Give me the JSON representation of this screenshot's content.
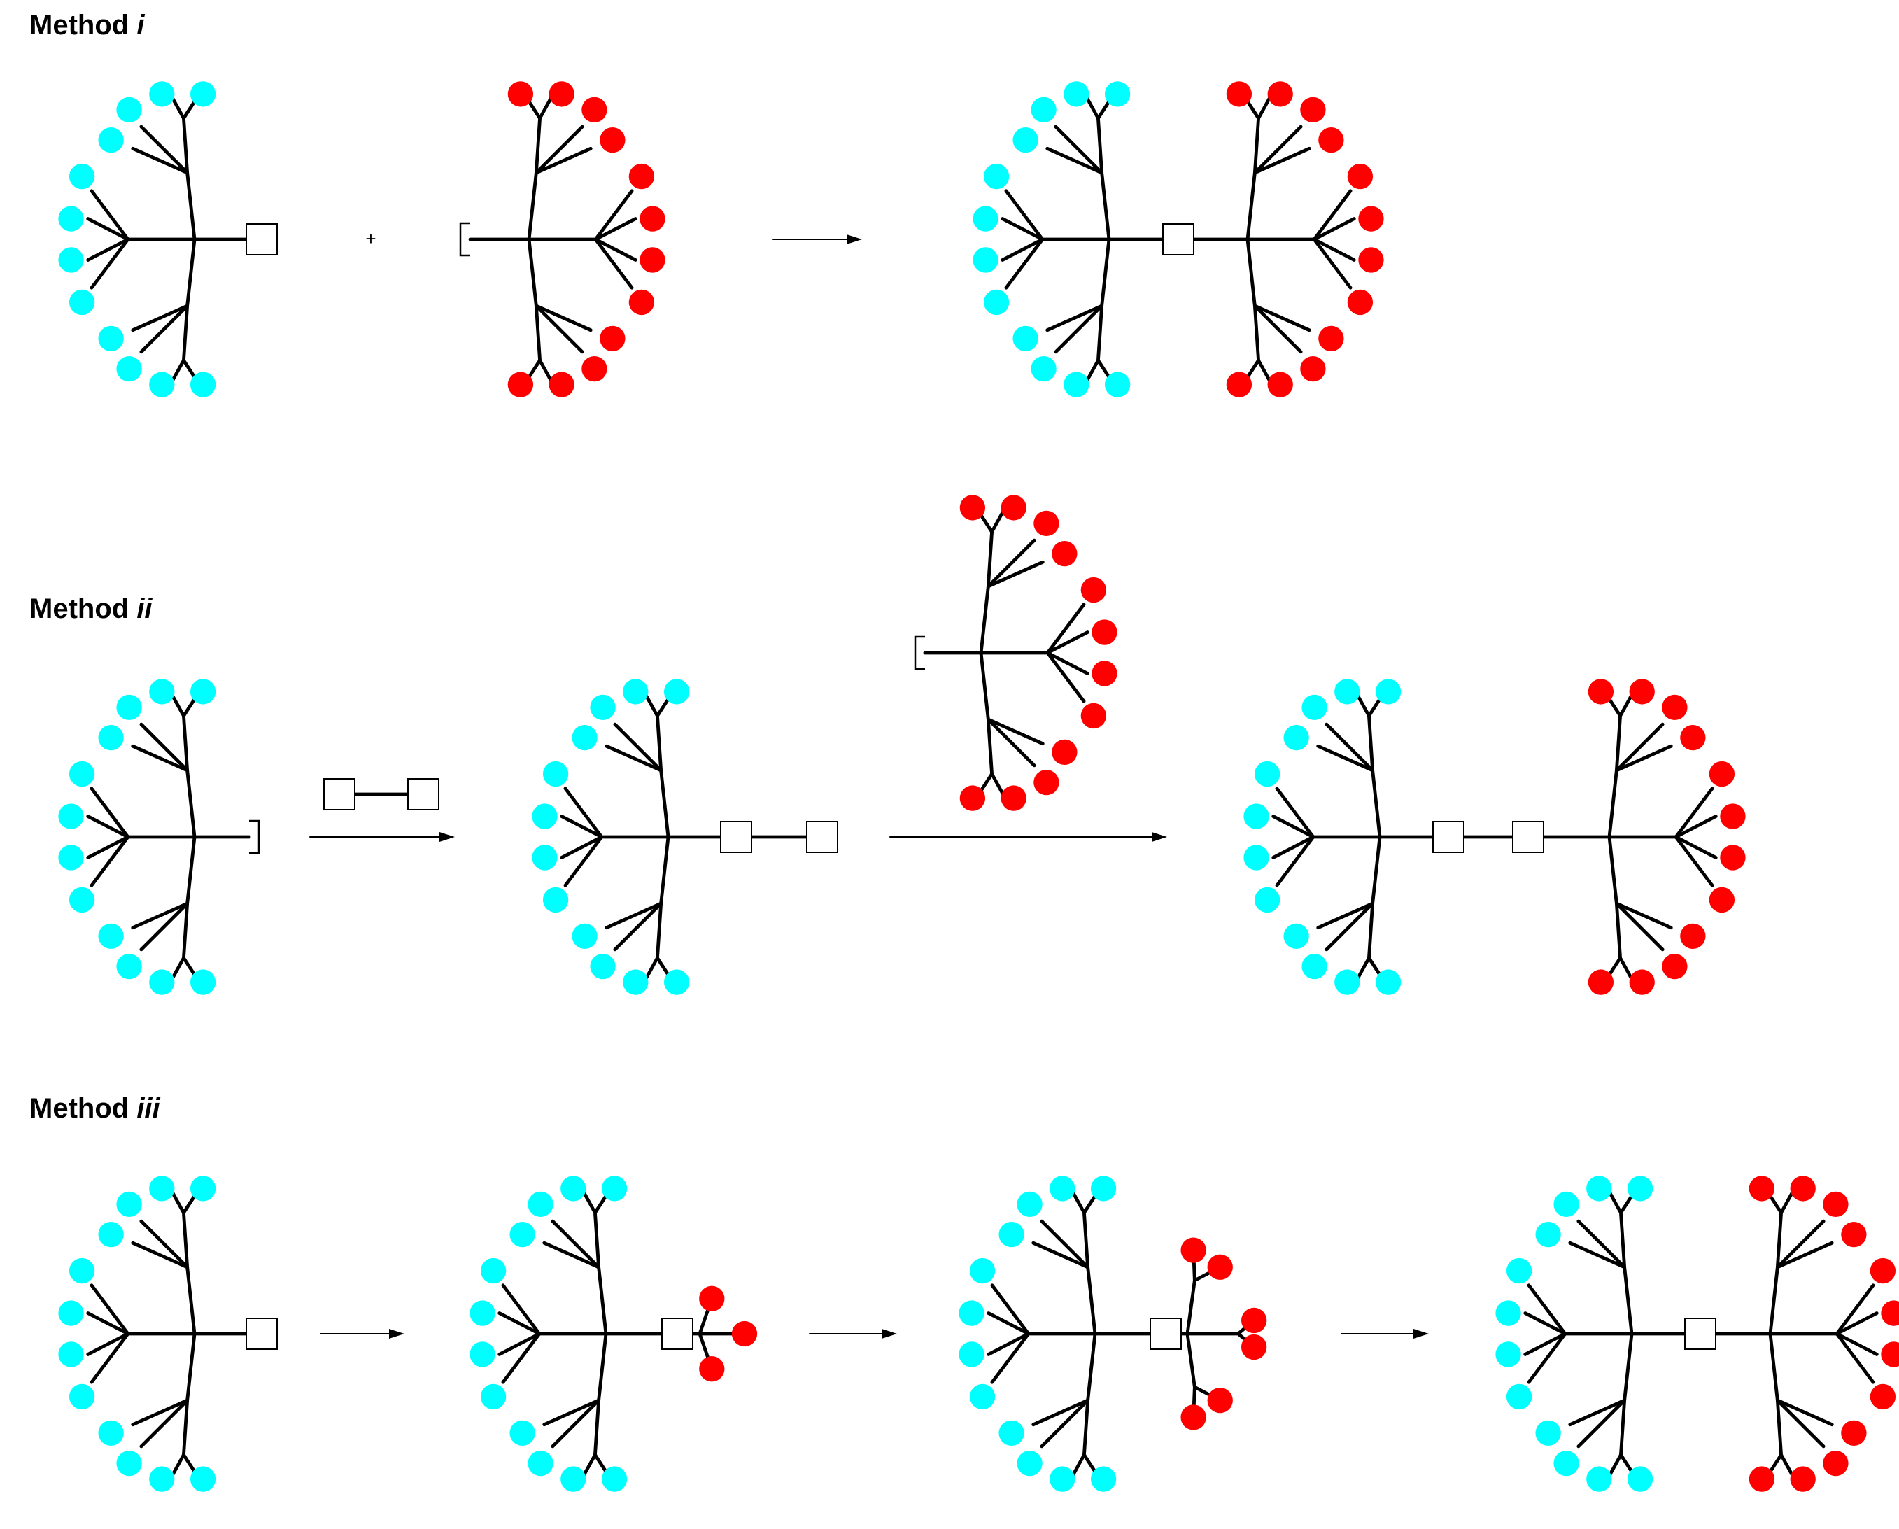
{
  "methods": [
    {
      "prefix": "Method",
      "numeral": "i"
    },
    {
      "prefix": "Method",
      "numeral": "ii"
    },
    {
      "prefix": "Method",
      "numeral": "iii"
    }
  ],
  "plus_sign": "+",
  "colors": {
    "blue_dendron": "#00ffff",
    "red_dendron": "#ff0000",
    "line": "#000000",
    "linker_box_fill": "#ffffff"
  }
}
